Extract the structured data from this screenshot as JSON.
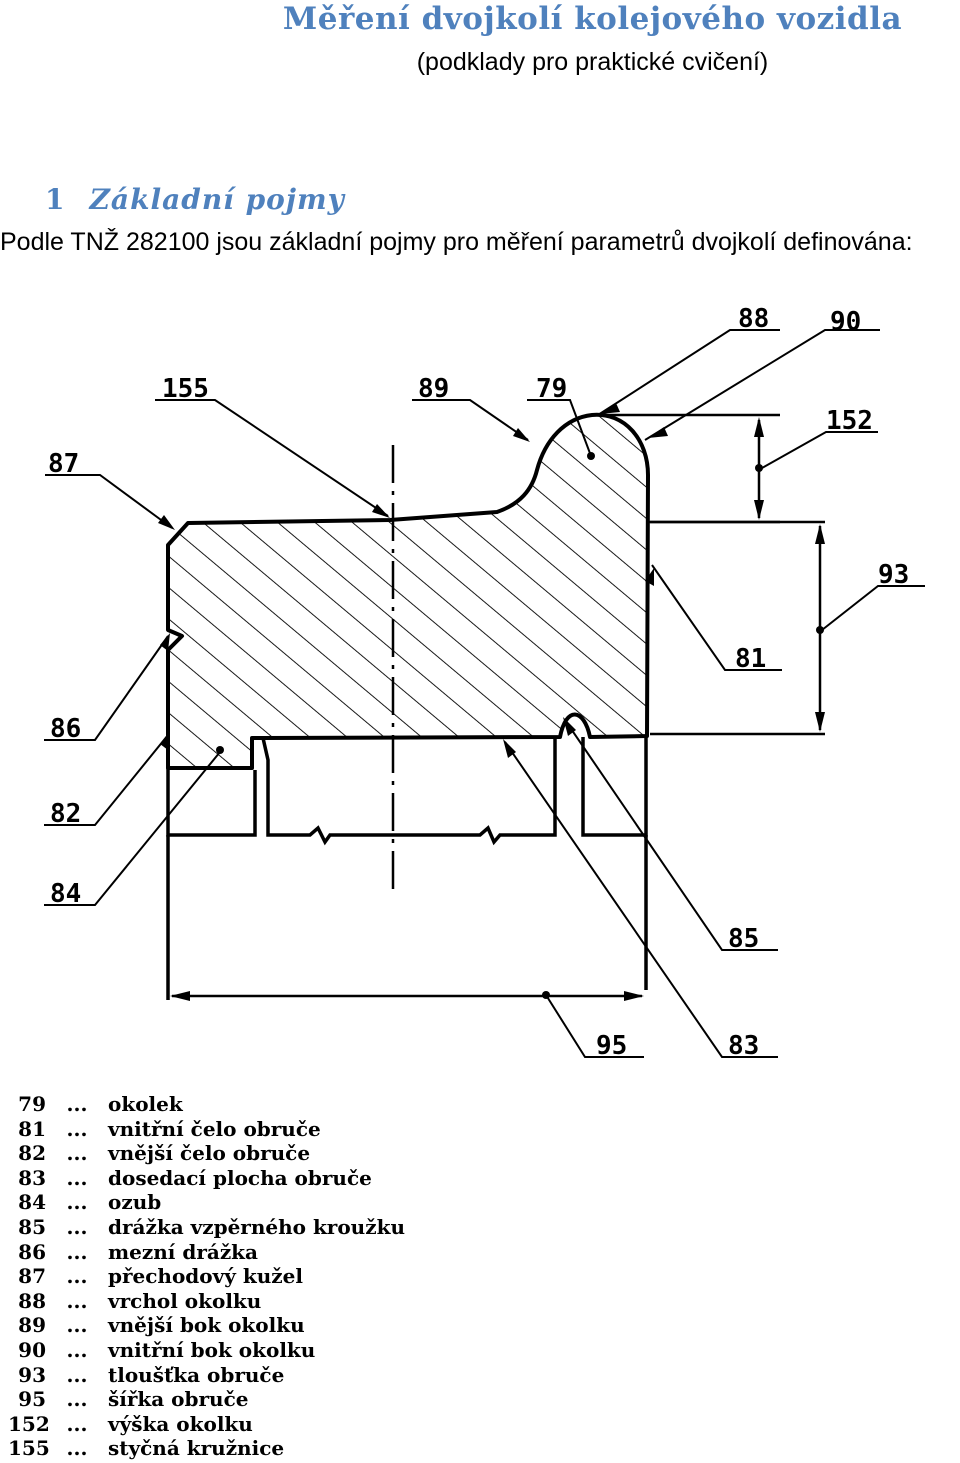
{
  "header": {
    "title": "Měření dvojkolí kolejového vozidla",
    "subtitle": "(podklady pro praktické cvičení)"
  },
  "section": {
    "number": "1",
    "title": "Základní pojmy",
    "intro": "Podle TNŽ 282100 jsou základní pojmy pro měření parametrů dvojkolí definována:"
  },
  "drawing": {
    "labels": {
      "l79": "79",
      "l81": "81",
      "l82": "82",
      "l83": "83",
      "l84": "84",
      "l85": "85",
      "l86": "86",
      "l87": "87",
      "l88": "88",
      "l89": "89",
      "l90": "90",
      "l93": "93",
      "l95": "95",
      "l152": "152",
      "l155": "155"
    }
  },
  "legend": {
    "separator": "...",
    "items": [
      {
        "code": "79",
        "text": "okolek"
      },
      {
        "code": "81",
        "text": "vnitřní čelo obruče"
      },
      {
        "code": "82",
        "text": "vnější čelo obruče"
      },
      {
        "code": "83",
        "text": "dosedací plocha obruče"
      },
      {
        "code": "84",
        "text": "ozub"
      },
      {
        "code": "85",
        "text": "drážka vzpěrného kroužku"
      },
      {
        "code": "86",
        "text": "mezní drážka"
      },
      {
        "code": "87",
        "text": "přechodový kužel"
      },
      {
        "code": "88",
        "text": "vrchol okolku"
      },
      {
        "code": "89",
        "text": "vnější bok okolku"
      },
      {
        "code": "90",
        "text": "vnitřní bok okolku"
      },
      {
        "code": "93",
        "text": "tloušťka obruče"
      },
      {
        "code": "95",
        "text": "šířka obruče"
      },
      {
        "code": "152",
        "text": "výška okolku"
      },
      {
        "code": "155",
        "text": "styčná kružnice"
      }
    ]
  }
}
